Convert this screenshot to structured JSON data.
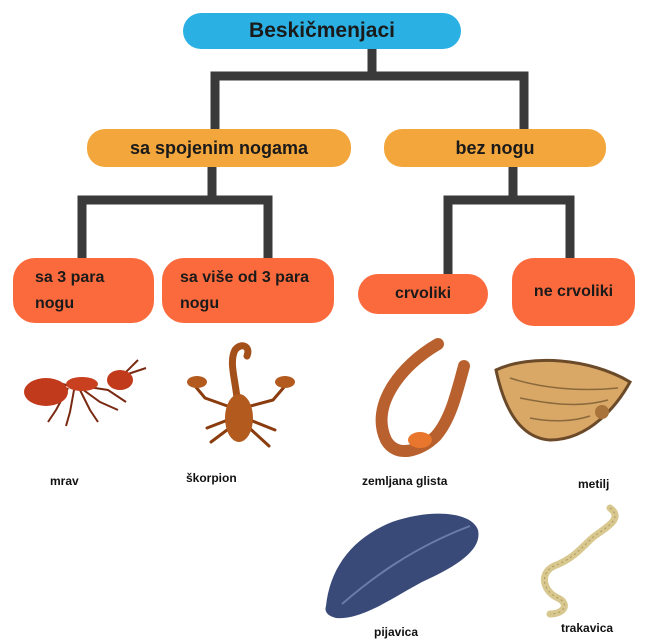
{
  "root": {
    "label": "Beskičmenjaci"
  },
  "groups": [
    {
      "label": "sa spojenim nogama"
    },
    {
      "label": "bez nogu"
    }
  ],
  "categories": [
    {
      "line1": "sa 3 para",
      "line2": "nogu"
    },
    {
      "line1": "sa više od 3 para",
      "line2": "nogu"
    },
    {
      "label": "crvoliki"
    },
    {
      "label": "ne crvoliki"
    }
  ],
  "animals": [
    {
      "name": "mrav",
      "icon": "ant-icon"
    },
    {
      "name": "škorpion",
      "icon": "scorpion-icon"
    },
    {
      "name": "zemljana glista",
      "icon": "earthworm-icon"
    },
    {
      "name": "metilj",
      "icon": "fluke-icon"
    },
    {
      "name": "pijavica",
      "icon": "leech-icon"
    },
    {
      "name": "trakavica",
      "icon": "tapeworm-icon"
    }
  ],
  "colors": {
    "root": "#2bb0e4",
    "group": "#f2a63c",
    "category": "#fb6a3c",
    "connector": "#3a3a3a"
  }
}
